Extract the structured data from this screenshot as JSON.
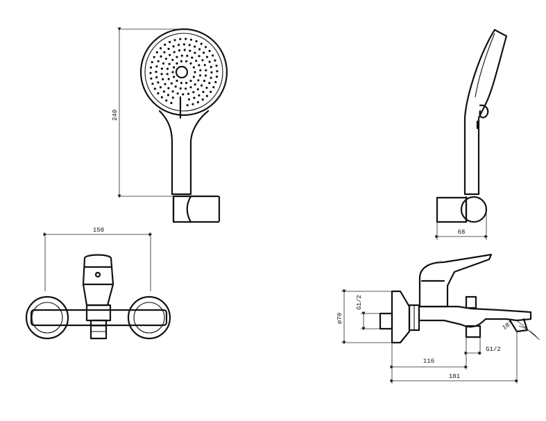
{
  "dimensions": {
    "shower_head_length": "240",
    "holder_depth": "68",
    "mixer_width": "150",
    "mixer_diameter": "ø70",
    "inlet_thread": "G1/2",
    "outlet_thread": "G1/2",
    "outlet_offset": "116",
    "spout_length": "181",
    "spout_angle": "18°"
  },
  "colors": {
    "line": "#111111",
    "background": "#ffffff"
  }
}
